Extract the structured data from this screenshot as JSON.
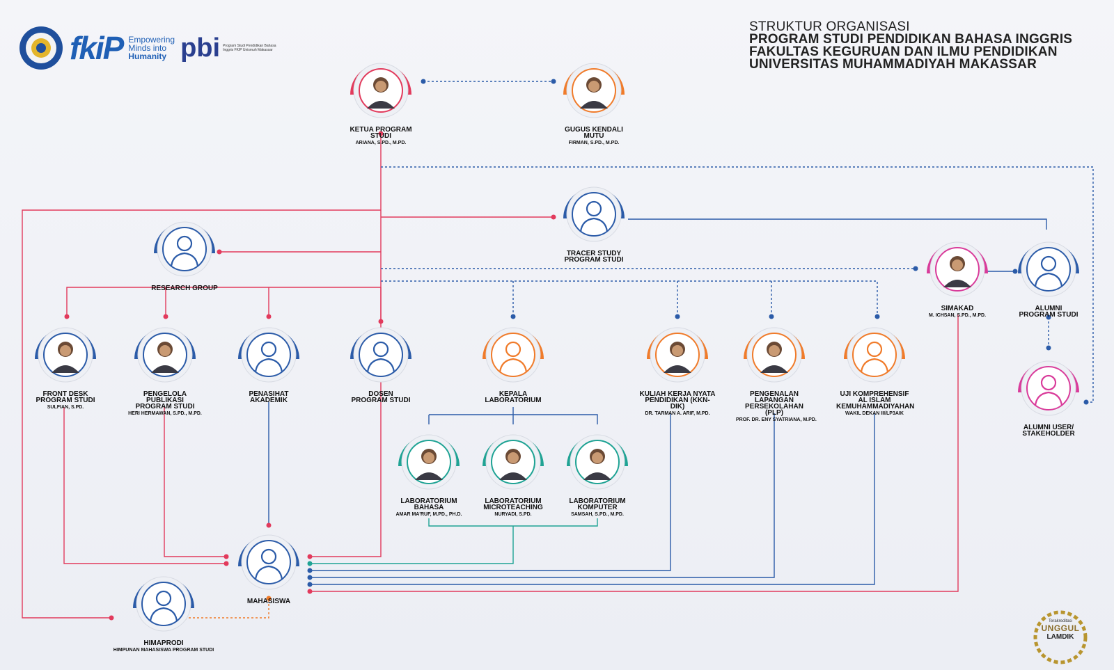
{
  "title": {
    "line1": "STRUKTUR ORGANISASI",
    "line2": "PROGRAM STUDI PENDIDIKAN BAHASA INGGRIS",
    "line3": "FAKULTAS KEGURUAN DAN ILMU PENDIDIKAN",
    "line4": "UNIVERSITAS MUHAMMADIYAH MAKASSAR"
  },
  "logos": {
    "fkip": "fkiP",
    "empowering_1": "Empowering",
    "empowering_2": "Minds into",
    "empowering_3": "Humanity",
    "pbi": "pbi",
    "pbi_desc": "Program Studi Pendidikan Bahasa Inggris FKIP Unismuh Makassar"
  },
  "badge": {
    "line1": "Terakreditasi",
    "line2": "UNGGUL",
    "line3": "LAMDIK"
  },
  "colors": {
    "red": "#e23a5c",
    "orange": "#f07b2a",
    "blue": "#2b5ba8",
    "pink": "#d93b9a",
    "teal": "#1fa394",
    "dot_blue": "#2b5ba8"
  },
  "nodes": {
    "kaprodi": {
      "name": "KETUA PROGRAM STUDI",
      "person": "ARIANA, S.PD., M.PD.",
      "color": "red",
      "photo": true
    },
    "gkm": {
      "name": "GUGUS KENDALI MUTU",
      "person": "FIRMAN, S.PD., M.PD.",
      "color": "orange",
      "photo": true
    },
    "tracer": {
      "name": "TRACER STUDY\nPROGRAM STUDI",
      "person": "",
      "color": "blue",
      "photo": false
    },
    "research": {
      "name": "RESEARCH GROUP",
      "person": "",
      "color": "blue",
      "photo": false
    },
    "simakad": {
      "name": "SIMAKAD",
      "person": "M. ICHSAN, S.PD., M.PD.",
      "color": "pink",
      "photo": true
    },
    "alumni": {
      "name": "ALUMNI\nPROGRAM STUDI",
      "person": "",
      "color": "blue",
      "photo": false
    },
    "alumni_user": {
      "name": "ALUMNI USER/\nSTAKEHOLDER",
      "person": "",
      "color": "pink",
      "photo": false
    },
    "frontdesk": {
      "name": "FRONT DESK\nPROGRAM STUDI",
      "person": "SULFIAN, S.PD.",
      "color": "blue",
      "photo": true
    },
    "publikasi": {
      "name": "PENGELOLA PUBLIKASI\nPROGRAM STUDI",
      "person": "HERI HERMAWAN, S.PD., M.PD.",
      "color": "blue",
      "photo": true
    },
    "pa": {
      "name": "PENASIHAT\nAKADEMIK",
      "person": "",
      "color": "blue",
      "photo": false
    },
    "dosen": {
      "name": "DOSEN\nPROGRAM STUDI",
      "person": "",
      "color": "blue",
      "photo": false
    },
    "kalab": {
      "name": "KEPALA\nLABORATORIUM",
      "person": "",
      "color": "orange",
      "photo": false
    },
    "kkn": {
      "name": "KULIAH KERJA NYATA\nPENDIDIKAN (KKN-DIK)",
      "person": "DR. TARMAN A. ARIF, M.PD.",
      "color": "orange",
      "photo": true
    },
    "plp": {
      "name": "PENGENALAN LAPANGAN\nPERSEKOLAHAN (PLP)",
      "person": "PROF. DR. ENY SYATRIANA, M.PD.",
      "color": "orange",
      "photo": true
    },
    "ujian": {
      "name": "UJI KOMPREHENSIF AL ISLAM\nKEMUHAMMADIYAHAN",
      "person": "WAKIL DEKAN III/LP3AIK",
      "color": "orange",
      "photo": false
    },
    "lab_bahasa": {
      "name": "LABORATORIUM\nBAHASA",
      "person": "AMAR MA'RUF, M.PD., PH.D.",
      "color": "teal",
      "photo": true
    },
    "lab_micro": {
      "name": "LABORATORIUM\nMICROTEACHING",
      "person": "NURYADI, S.PD.",
      "color": "teal",
      "photo": true
    },
    "lab_komp": {
      "name": "LABORATORIUM\nKOMPUTER",
      "person": "SAMSAH, S.PD., M.PD.",
      "color": "teal",
      "photo": true
    },
    "mahasiswa": {
      "name": "MAHASISWA",
      "person": "",
      "color": "blue",
      "photo": false
    },
    "himaprodi": {
      "name": "HIMAPRODI",
      "person": "HIMPUNAN MAHASISWA PROGRAM STUDI",
      "color": "blue",
      "photo": false
    }
  }
}
